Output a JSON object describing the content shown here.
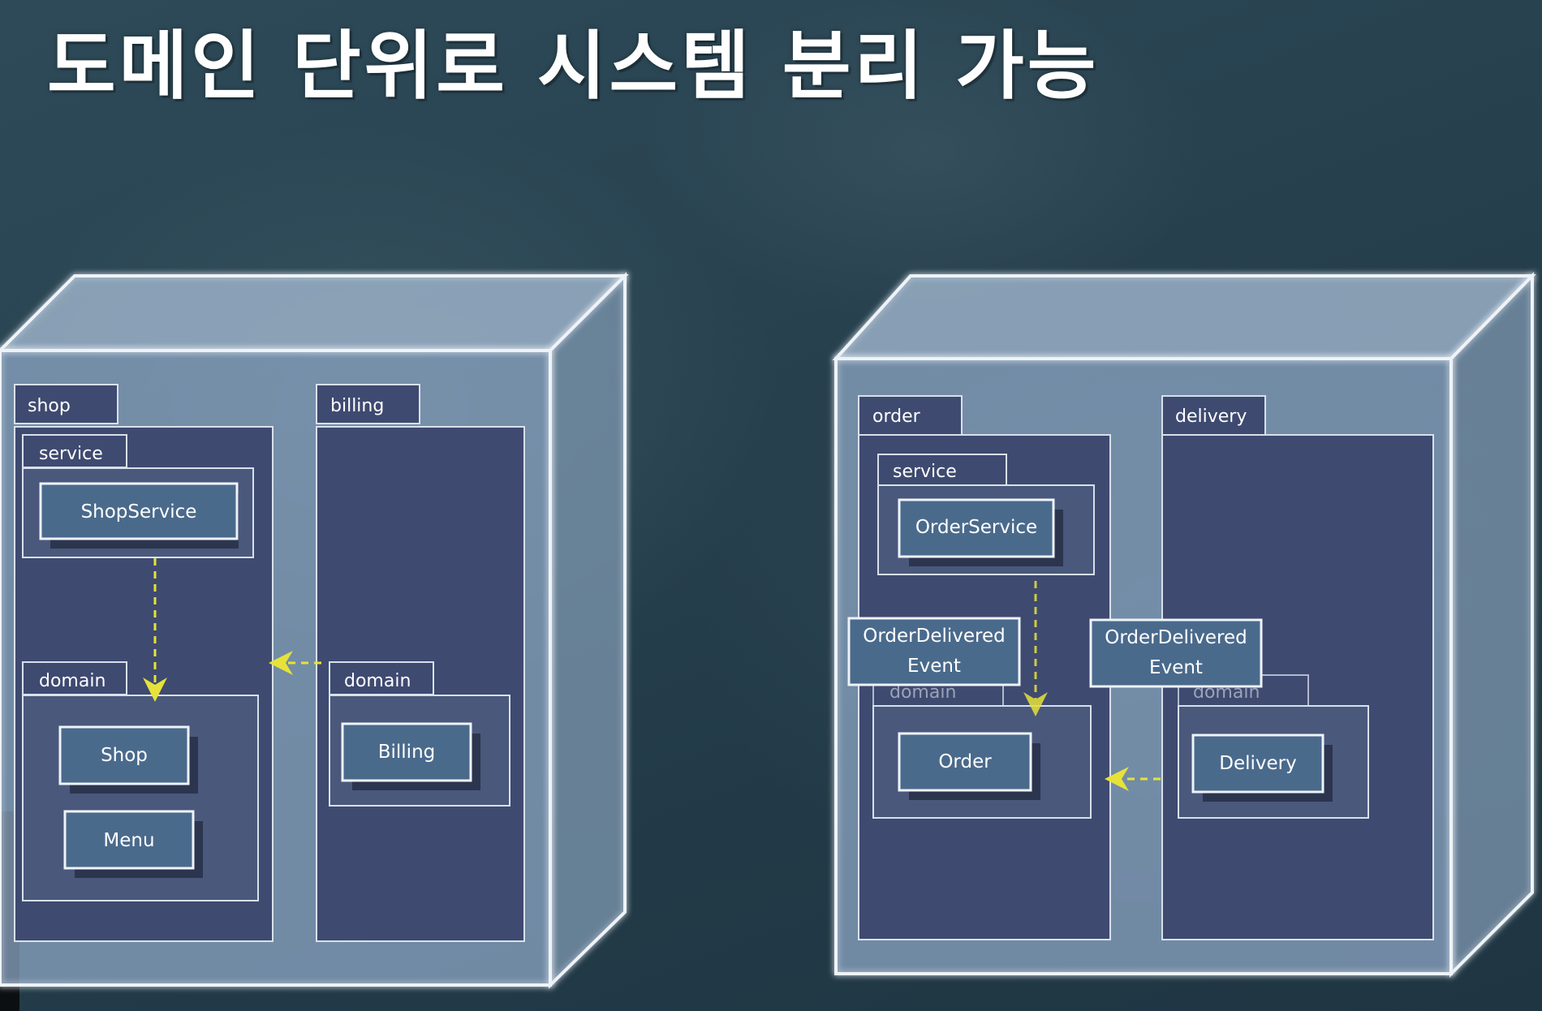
{
  "title": "도메인 단위로 시스템 분리 가능",
  "colors": {
    "box_fill": "#4a6a8c",
    "package_fill": "#3e4a70",
    "node_face": "#8aa3bd",
    "arrow": "#e6e23a",
    "outline": "#e8eef4"
  },
  "left_node": {
    "packages": {
      "shop": "shop",
      "billing": "billing"
    },
    "subpackages": {
      "shop_service": "service",
      "shop_domain": "domain",
      "billing_domain": "domain"
    },
    "classes": {
      "shop_service": "ShopService",
      "shop": "Shop",
      "menu": "Menu",
      "billing": "Billing"
    }
  },
  "right_node": {
    "packages": {
      "order": "order",
      "delivery": "delivery"
    },
    "subpackages": {
      "order_service": "service",
      "order_domain": "domain",
      "delivery_domain": "domain"
    },
    "classes": {
      "order_service": "OrderService",
      "order": "Order",
      "delivery": "Delivery",
      "event_left_line1": "OrderDelivered",
      "event_left_line2": "Event",
      "event_right_line1": "OrderDelivered",
      "event_right_line2": "Event"
    }
  }
}
